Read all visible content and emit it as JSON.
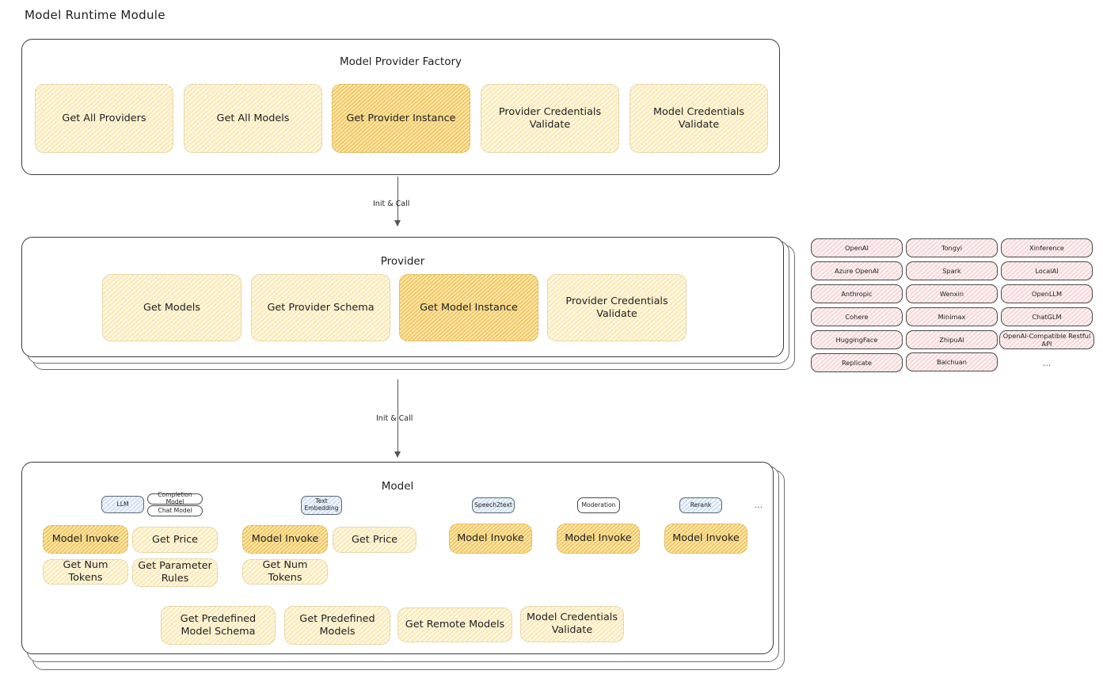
{
  "page": {
    "title": "Model Runtime Module"
  },
  "factory": {
    "title": "Model Provider Factory",
    "nodes": [
      {
        "label": "Get All Providers",
        "highlight": false
      },
      {
        "label": "Get All Models",
        "highlight": false
      },
      {
        "label": "Get Provider Instance",
        "highlight": true
      },
      {
        "label": "Provider Credentials Validate",
        "highlight": false
      },
      {
        "label": "Model Credentials Validate",
        "highlight": false
      }
    ]
  },
  "arrows": [
    {
      "label": "Init & Call"
    },
    {
      "label": "Init & Call"
    }
  ],
  "provider": {
    "title": "Provider",
    "nodes": [
      {
        "label": "Get Models",
        "highlight": false
      },
      {
        "label": "Get Provider Schema",
        "highlight": false
      },
      {
        "label": "Get Model Instance",
        "highlight": true
      },
      {
        "label": "Provider Credentials Validate",
        "highlight": false
      }
    ]
  },
  "provider_list": {
    "columns": [
      [
        "OpenAI",
        "Azure OpenAI",
        "Anthropic",
        "Cohere",
        "HuggingFace",
        "Replicate"
      ],
      [
        "Tongyi",
        "Spark",
        "Wenxin",
        "Minimax",
        "ZhipuAI",
        "Baichuan"
      ],
      [
        "Xinference",
        "LocalAI",
        "OpenLLM",
        "ChatGLM",
        "OpenAI-Compatible Restful API"
      ]
    ],
    "more": "..."
  },
  "model": {
    "title": "Model",
    "more": "...",
    "groups": [
      {
        "chip": "LLM",
        "chip_blue": true,
        "sub_chips": [
          "Completion Model",
          "Chat Model"
        ],
        "nodes": [
          {
            "label": "Model Invoke",
            "highlight": true
          },
          {
            "label": "Get Price",
            "highlight": false
          },
          {
            "label": "Get Num Tokens",
            "highlight": false
          },
          {
            "label": "Get Parameter Rules",
            "highlight": false
          }
        ]
      },
      {
        "chip": "Text Embedding",
        "chip_blue": true,
        "sub_chips": [],
        "nodes": [
          {
            "label": "Model Invoke",
            "highlight": true
          },
          {
            "label": "Get Price",
            "highlight": false
          },
          {
            "label": "Get Num Tokens",
            "highlight": false
          }
        ]
      },
      {
        "chip": "Speech2text",
        "chip_blue": true,
        "sub_chips": [],
        "nodes": [
          {
            "label": "Model Invoke",
            "highlight": false
          }
        ]
      },
      {
        "chip": "Moderation",
        "chip_blue": false,
        "sub_chips": [],
        "nodes": [
          {
            "label": "Model Invoke",
            "highlight": false
          }
        ]
      },
      {
        "chip": "Rerank",
        "chip_blue": true,
        "sub_chips": [],
        "nodes": [
          {
            "label": "Model Invoke",
            "highlight": false
          }
        ]
      }
    ],
    "common_nodes": [
      {
        "label": "Get Predefined Model Schema"
      },
      {
        "label": "Get Predefined Models"
      },
      {
        "label": "Get Remote Models"
      },
      {
        "label": "Model Credentials Validate"
      }
    ]
  },
  "colors": {
    "node_fill": "#fdf6e0",
    "node_highlight": "#fbe6ae",
    "pill_fill": "#fdf0f0",
    "chip_blue": "#eef4fb",
    "stroke": "#1e1e1e"
  }
}
